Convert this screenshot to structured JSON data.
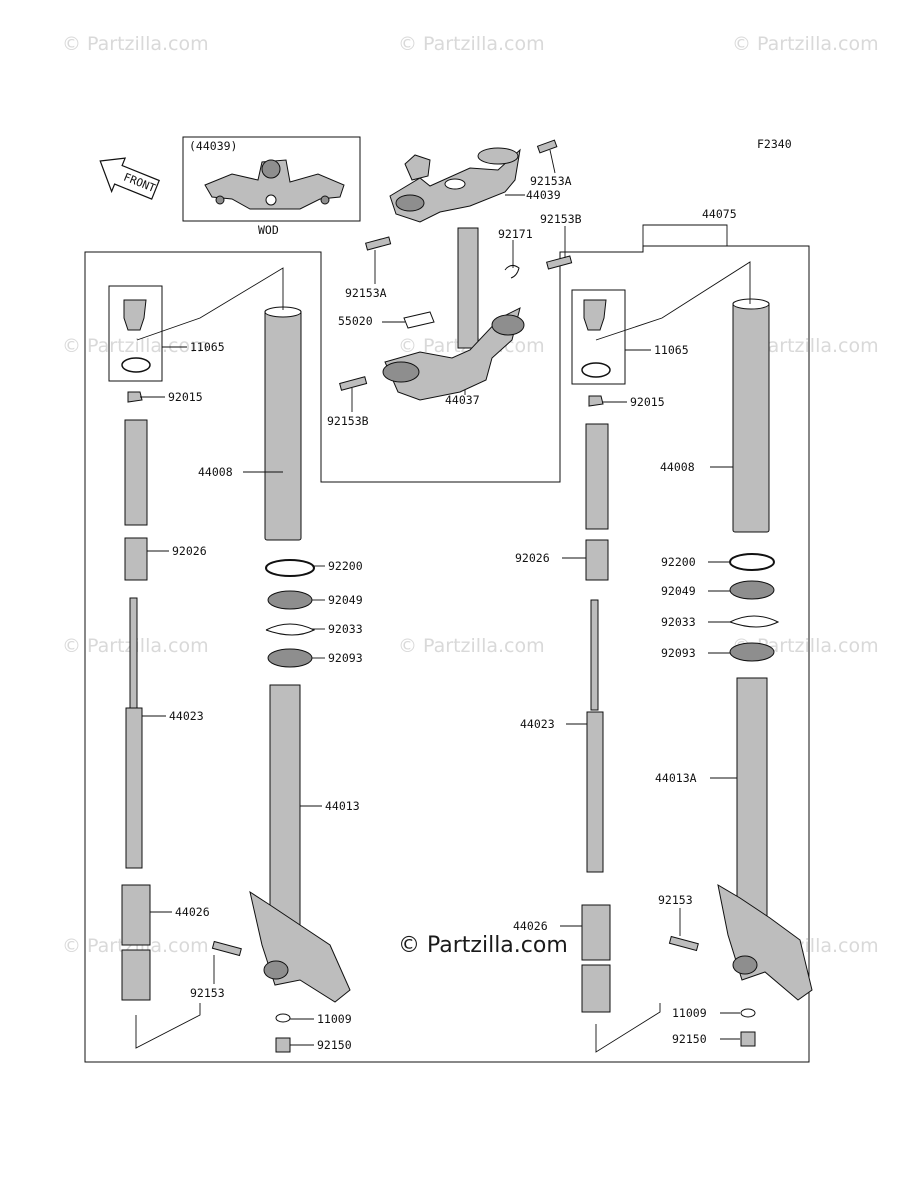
{
  "figure_code": "F2340",
  "front_label": "FRONT",
  "inset": {
    "part_number": "(44039)",
    "caption": "WOD"
  },
  "watermark": "© Partzilla.com",
  "labels": {
    "a92153A_top": "92153A",
    "a44039": "44039",
    "a92153B_top": "92153B",
    "a92171": "92171",
    "a92153A_left": "92153A",
    "a55020": "55020",
    "a92153B_left": "92153B",
    "a44037": "44037",
    "a44075": "44075",
    "L11065": "11065",
    "L92015": "92015",
    "L44008": "44008",
    "L92026": "92026",
    "L92200": "92200",
    "L92049": "92049",
    "L92033": "92033",
    "L92093": "92093",
    "L44023": "44023",
    "L44013": "44013",
    "L44026": "44026",
    "L92153": "92153",
    "L11009": "11009",
    "L92150": "92150",
    "R11065": "11065",
    "R92015": "92015",
    "R44008": "44008",
    "R92026": "92026",
    "R92200": "92200",
    "R92049": "92049",
    "R92033": "92033",
    "R92093": "92093",
    "R44023": "44023",
    "R44013A": "44013A",
    "R92153": "92153",
    "R44026": "44026",
    "R11009": "11009",
    "R92150": "92150"
  }
}
